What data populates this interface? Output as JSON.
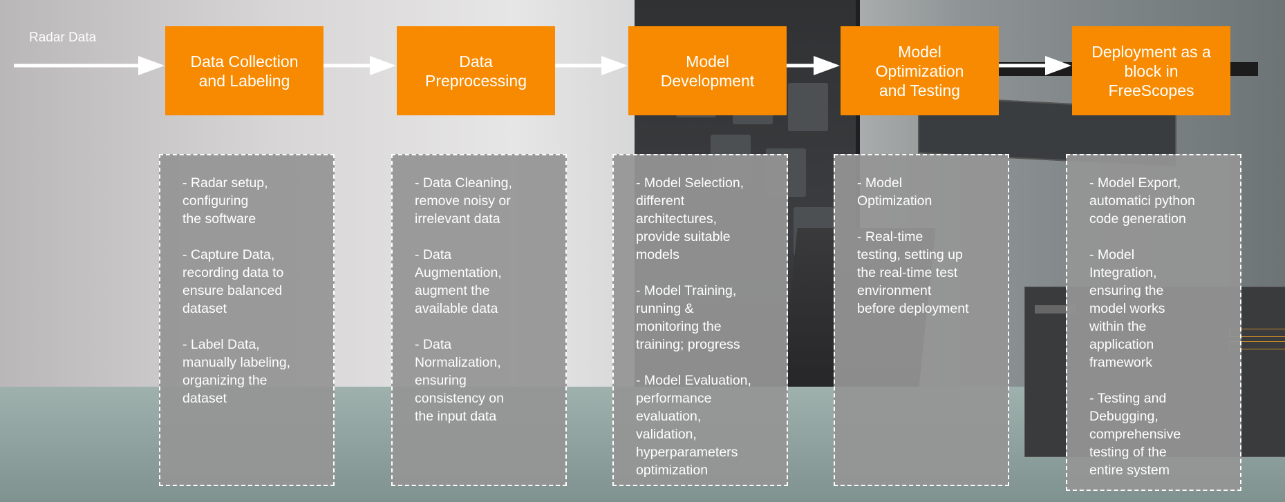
{
  "diagram": {
    "start_label": "Radar Data",
    "stages": [
      {
        "title": "Data Collection\nand Labeling",
        "details": [
          "- Radar setup,\nconfiguring\nthe software",
          "- Capture Data,\nrecording data to\nensure balanced\ndataset",
          "- Label Data,\nmanually labeling,\norganizing the\ndataset"
        ]
      },
      {
        "title": "Data\nPreprocessing",
        "details": [
          "- Data Cleaning,\nremove noisy or\nirrelevant data",
          "- Data\nAugmentation,\naugment the\navailable data",
          "- Data\nNormalization,\nensuring\nconsistency on\nthe input data"
        ]
      },
      {
        "title": "Model\nDevelopment",
        "details": [
          "- Model Selection,\ndifferent\narchitectures,\nprovide suitable\nmodels",
          "- Model Training,\nrunning &\nmonitoring the\ntraining; progress",
          "- Model Evaluation,\nperformance\nevaluation,\nvalidation,\nhyperparameters\noptimization"
        ]
      },
      {
        "title": "Model\nOptimization\nand Testing",
        "details": [
          "- Model\nOptimization",
          "- Real-time\ntesting, setting up\nthe real-time test\nenvironment\nbefore deployment"
        ]
      },
      {
        "title": "Deployment as a\nblock in\nFreeScopes",
        "details": [
          "-  Model Export,\nautomatici python\ncode generation",
          "- Model\nIntegration,\nensuring the\nmodel works\nwithin the\napplication\nframework",
          "- Testing and\nDebugging,\ncomprehensive\ntesting of the\nentire system"
        ]
      }
    ]
  },
  "colors": {
    "stage_fill": "#f78a00",
    "detail_fill": "#949494",
    "arrow": "#ffffff"
  }
}
